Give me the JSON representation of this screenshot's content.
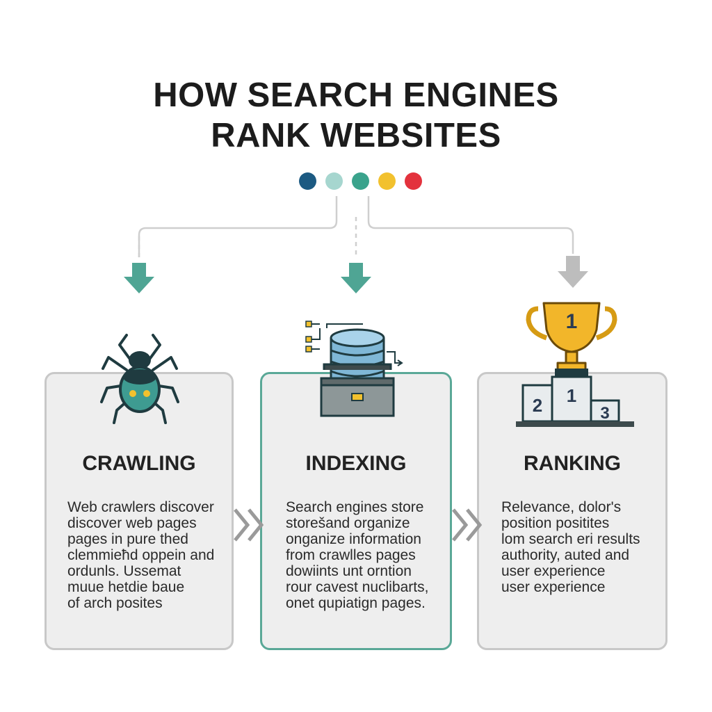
{
  "header": {
    "title_lines": [
      "HOW SEARCH ENGINES",
      "RANK WEBSITES"
    ]
  },
  "palette": {
    "dots": [
      "#1c5a82",
      "#a6d6cf",
      "#3aa38c",
      "#f2c12e",
      "#e3323d"
    ],
    "accent": "#5aa897",
    "spider_body": "#3e9b91",
    "spider_dark": "#1f3b40",
    "trophy_gold": "#f2b62a",
    "card_bg": "#eeeeee",
    "card_border": "#c8c8c8"
  },
  "cards": [
    {
      "id": "crawling",
      "icon": "spider-icon",
      "title": "CRAWLING",
      "body": [
        "Web crawlers discover",
        "discover web pages",
        "pages in pure thed",
        "clemmieћd oppein and",
        "ordunls. Ussemat",
        "muue hetdie baue",
        "of arch posites"
      ]
    },
    {
      "id": "indexing",
      "icon": "database-icon",
      "title": "INDEXING",
      "body": [
        "Search engines store",
        "storešand organize",
        "onganize information",
        "from crawlles pages",
        "dowiints unt orntion",
        "rour cavest nuclibarts,",
        "onet qupiatign pages."
      ]
    },
    {
      "id": "ranking",
      "icon": "trophy-icon",
      "title": "RANKING",
      "body": [
        "Relevance, dolor's",
        "position positites",
        "lom search eri results",
        "authority, auted and",
        "user experience",
        "user experience"
      ],
      "podium": [
        "1",
        "2",
        "3"
      ],
      "trophy_label": "1"
    }
  ]
}
